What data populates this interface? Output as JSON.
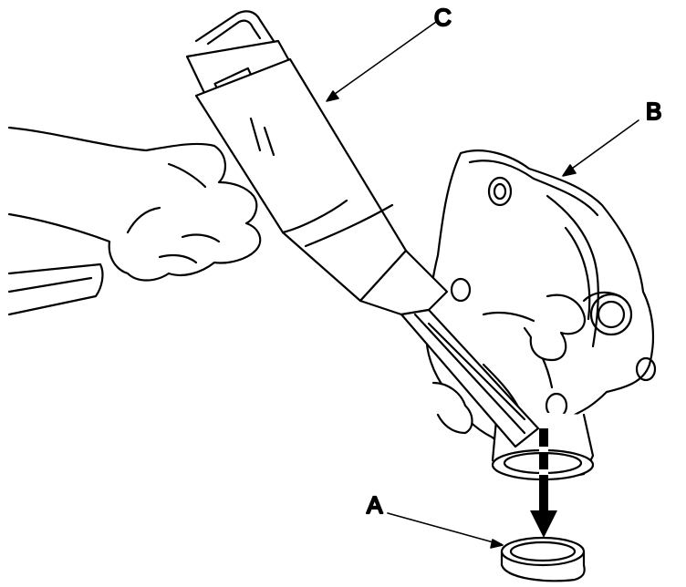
{
  "figure": {
    "callouts": [
      {
        "id": "A",
        "label": "A"
      },
      {
        "id": "B",
        "label": "B"
      },
      {
        "id": "C",
        "label": "C"
      }
    ],
    "line_color": "#000000",
    "background_color": "#ffffff"
  }
}
